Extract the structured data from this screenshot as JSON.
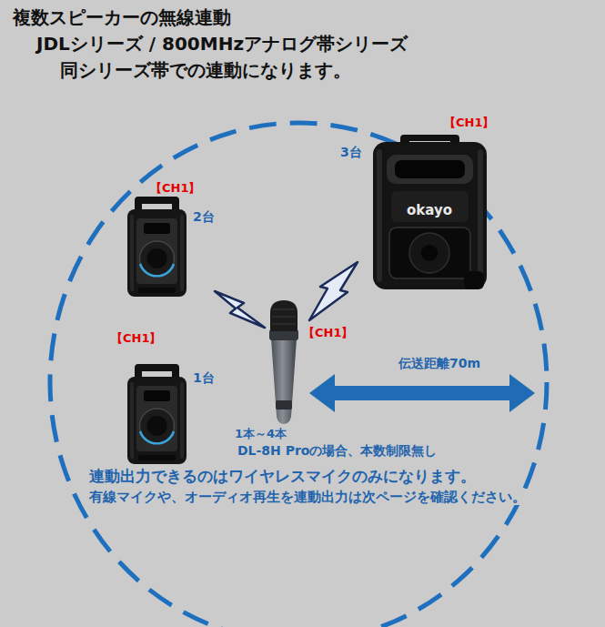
{
  "diagram": {
    "title": "複数スピーカーの無線連動",
    "labels": [
      "JDLシリーズ / 800MHzアナログ帯シリーズ",
      "同シリーズ帯での連動になります。",
      "【CH1】",
      "3台",
      "【CH1】",
      "2台",
      "【CH1】",
      "【CH1】",
      "1台",
      "伝送距離70m",
      "1本～4本",
      "DL-8H Proの場合、本数制限無し",
      "連動出力できるのはワイヤレスマイクのみになります。",
      "有線マイクや、オーディオ再生を連動出力は次ページを確認ください。",
      "okayo"
    ]
  }
}
